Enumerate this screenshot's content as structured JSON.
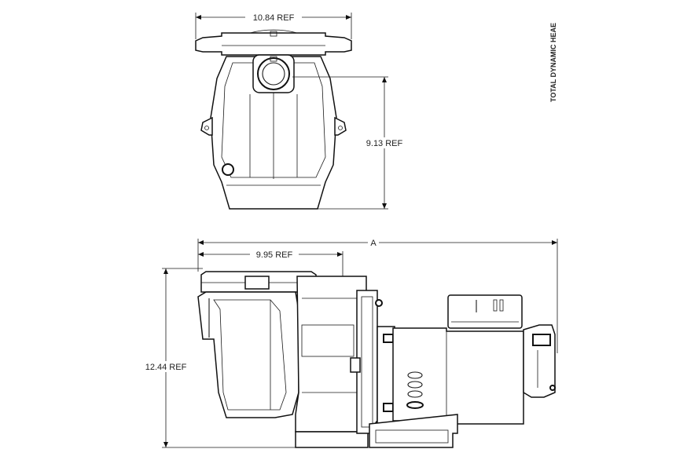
{
  "dimensions": {
    "top_width": "10.84 REF",
    "top_height": "9.13 REF",
    "side_inlet": "9.95 REF",
    "side_overall": "A",
    "side_height": "12.44 REF"
  },
  "side_text": {
    "vertical_label": "TOTAL DYNAMIC HEAE"
  }
}
